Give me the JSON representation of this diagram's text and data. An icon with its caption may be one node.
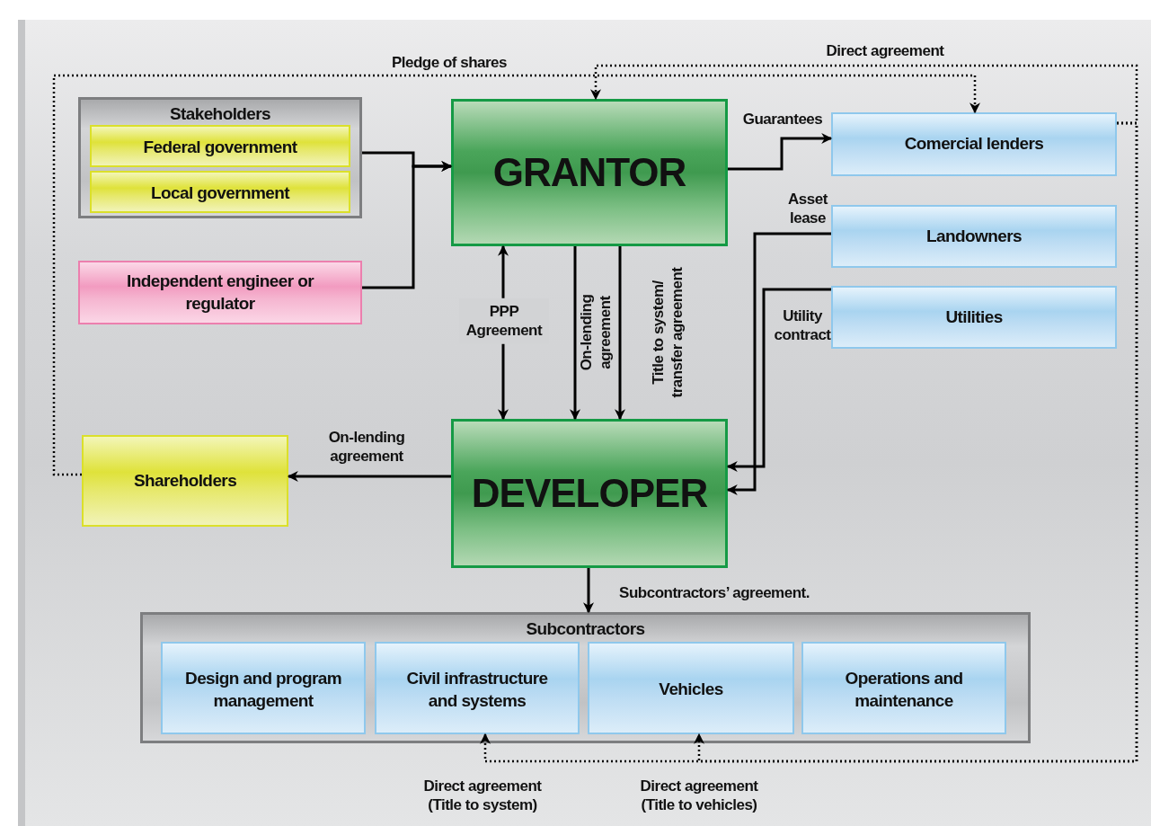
{
  "diagram": {
    "nodes": [
      {
        "text": [
          "Stakeholders"
        ]
      },
      {
        "text": [
          "Federal government"
        ],
        "in": 0
      },
      {
        "text": [
          "Local government"
        ],
        "in": 0
      },
      {
        "text": [
          "Independent engineer or regulator"
        ]
      },
      {
        "text": [
          "GRANTOR"
        ]
      },
      {
        "text": [
          "Comercial lenders"
        ]
      },
      {
        "text": [
          "Landowners"
        ]
      },
      {
        "text": [
          "Utilities"
        ]
      },
      {
        "text": [
          "Shareholders"
        ]
      },
      {
        "text": [
          "DEVELOPER"
        ]
      },
      {
        "text": [
          "Subcontractors"
        ]
      },
      {
        "text": [
          "Design and program management"
        ],
        "in": 10
      },
      {
        "text": [
          "Civil infrastructure and systems"
        ],
        "in": 10
      },
      {
        "text": [
          "Vehicles"
        ],
        "in": 10
      },
      {
        "text": [
          "Operations and maintenance"
        ],
        "in": 10
      }
    ],
    "edges": [
      {
        "from": 0,
        "to": 4,
        "arrow": "to"
      },
      {
        "from": 3,
        "to": 4,
        "arrow": "to"
      },
      {
        "from": 4,
        "to": 5,
        "arrow": "to",
        "label": "Guarantees"
      },
      {
        "from": 9,
        "to": 4,
        "arrow": "both",
        "label": "PPP Agreement"
      },
      {
        "from": 4,
        "to": 9,
        "arrow": "to",
        "label": "On-lending agreement"
      },
      {
        "from": 4,
        "to": 9,
        "arrow": "to",
        "label": "Title to system/ transfer agreement"
      },
      {
        "from": 6,
        "to": 9,
        "arrow": "to",
        "label": "Asset lease"
      },
      {
        "from": 7,
        "to": 9,
        "arrow": "to",
        "label": "Utility contract"
      },
      {
        "from": 9,
        "to": 8,
        "arrow": "to",
        "label": "On-lending agreement"
      },
      {
        "from": 9,
        "to": 10,
        "arrow": "to",
        "label": "Subcontractors’ agreement."
      },
      {
        "from": 8,
        "to": 5,
        "arrow": "to",
        "label": "Pledge of shares",
        "style": "dashed"
      },
      {
        "from": 5,
        "to": 4,
        "arrow": "to",
        "label": "Direct agreement",
        "style": "dashed"
      },
      {
        "from": 5,
        "to": 12,
        "arrow": "to",
        "label": "Direct agreement (Title to system)",
        "style": "dashed"
      },
      {
        "from": 5,
        "to": 13,
        "arrow": "to",
        "label": "Direct agreement (Title to vehicles)",
        "style": "dashed"
      }
    ]
  }
}
